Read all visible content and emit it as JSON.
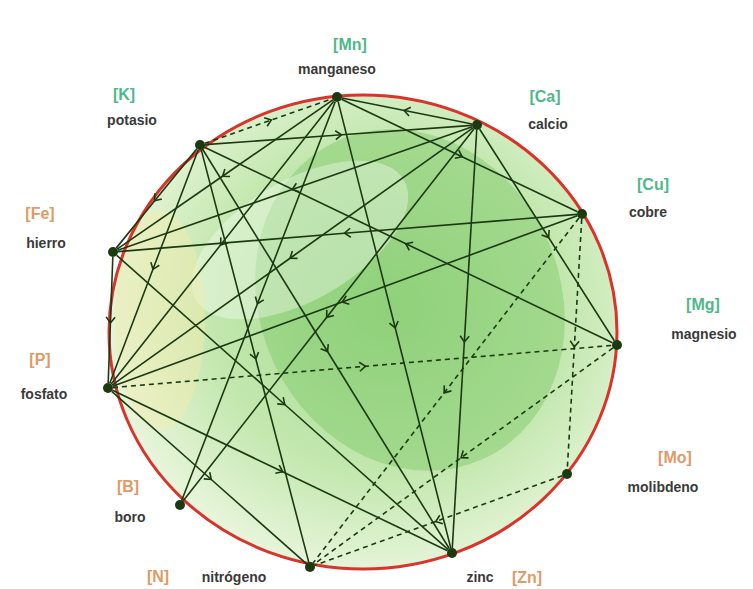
{
  "diagram": {
    "nodes": [
      {
        "text": [
          "[Mn]",
          "manganeso"
        ]
      },
      {
        "text": [
          "[K]",
          "potasio"
        ]
      },
      {
        "text": [
          "[Ca]",
          "calcio"
        ]
      },
      {
        "text": [
          "[Cu]",
          "cobre"
        ]
      },
      {
        "text": [
          "[Fe]",
          "hierro"
        ]
      },
      {
        "text": [
          "[Mg]",
          "magnesio"
        ]
      },
      {
        "text": [
          "[P]",
          "fosfato"
        ]
      },
      {
        "text": [
          "[Mo]",
          "molibdeno"
        ]
      },
      {
        "text": [
          "[B]",
          "boro"
        ]
      },
      {
        "text": [
          "[N]",
          "nitrógeno"
        ]
      },
      {
        "text": [
          "zinc",
          "[Zn]"
        ]
      }
    ],
    "edges": [
      {
        "from": 1,
        "to": 0,
        "arrow": "to"
      },
      {
        "from": 1,
        "to": 2,
        "arrow": "to"
      },
      {
        "from": 0,
        "to": 4,
        "arrow": "to"
      },
      {
        "from": 0,
        "to": 6,
        "arrow": "to"
      },
      {
        "from": 2,
        "to": 0,
        "arrow": "to"
      },
      {
        "from": 0,
        "to": 3,
        "arrow": "to"
      },
      {
        "from": 0,
        "to": 10,
        "arrow": "to"
      },
      {
        "from": 2,
        "to": 4,
        "arrow": "to"
      },
      {
        "from": 2,
        "to": 6,
        "arrow": "to"
      },
      {
        "from": 2,
        "to": 8,
        "arrow": "to"
      },
      {
        "from": 2,
        "to": 10,
        "arrow": "to"
      },
      {
        "from": 2,
        "to": 5,
        "arrow": "to"
      },
      {
        "from": 3,
        "to": 4,
        "arrow": "to"
      },
      {
        "from": 3,
        "to": 6,
        "arrow": "to"
      },
      {
        "from": 3,
        "to": 7,
        "arrow": "to"
      },
      {
        "from": 3,
        "to": 9,
        "arrow": "to"
      },
      {
        "from": 5,
        "to": 1,
        "arrow": "to"
      },
      {
        "from": 6,
        "to": 5,
        "arrow": "to"
      },
      {
        "from": 5,
        "to": 9,
        "arrow": "to"
      },
      {
        "from": 7,
        "to": 9,
        "arrow": "to"
      },
      {
        "from": 1,
        "to": 4,
        "arrow": "to"
      },
      {
        "from": 1,
        "to": 6,
        "arrow": "to"
      },
      {
        "from": 1,
        "to": 9,
        "arrow": "to"
      },
      {
        "from": 1,
        "to": 10,
        "arrow": "to"
      },
      {
        "from": 4,
        "to": 6,
        "arrow": "to"
      },
      {
        "from": 4,
        "to": 10,
        "arrow": "to"
      },
      {
        "from": 6,
        "to": 10,
        "arrow": "to"
      },
      {
        "from": 6,
        "to": 9,
        "arrow": "to"
      },
      {
        "from": 0,
        "to": 8,
        "arrow": "to"
      }
    ]
  }
}
